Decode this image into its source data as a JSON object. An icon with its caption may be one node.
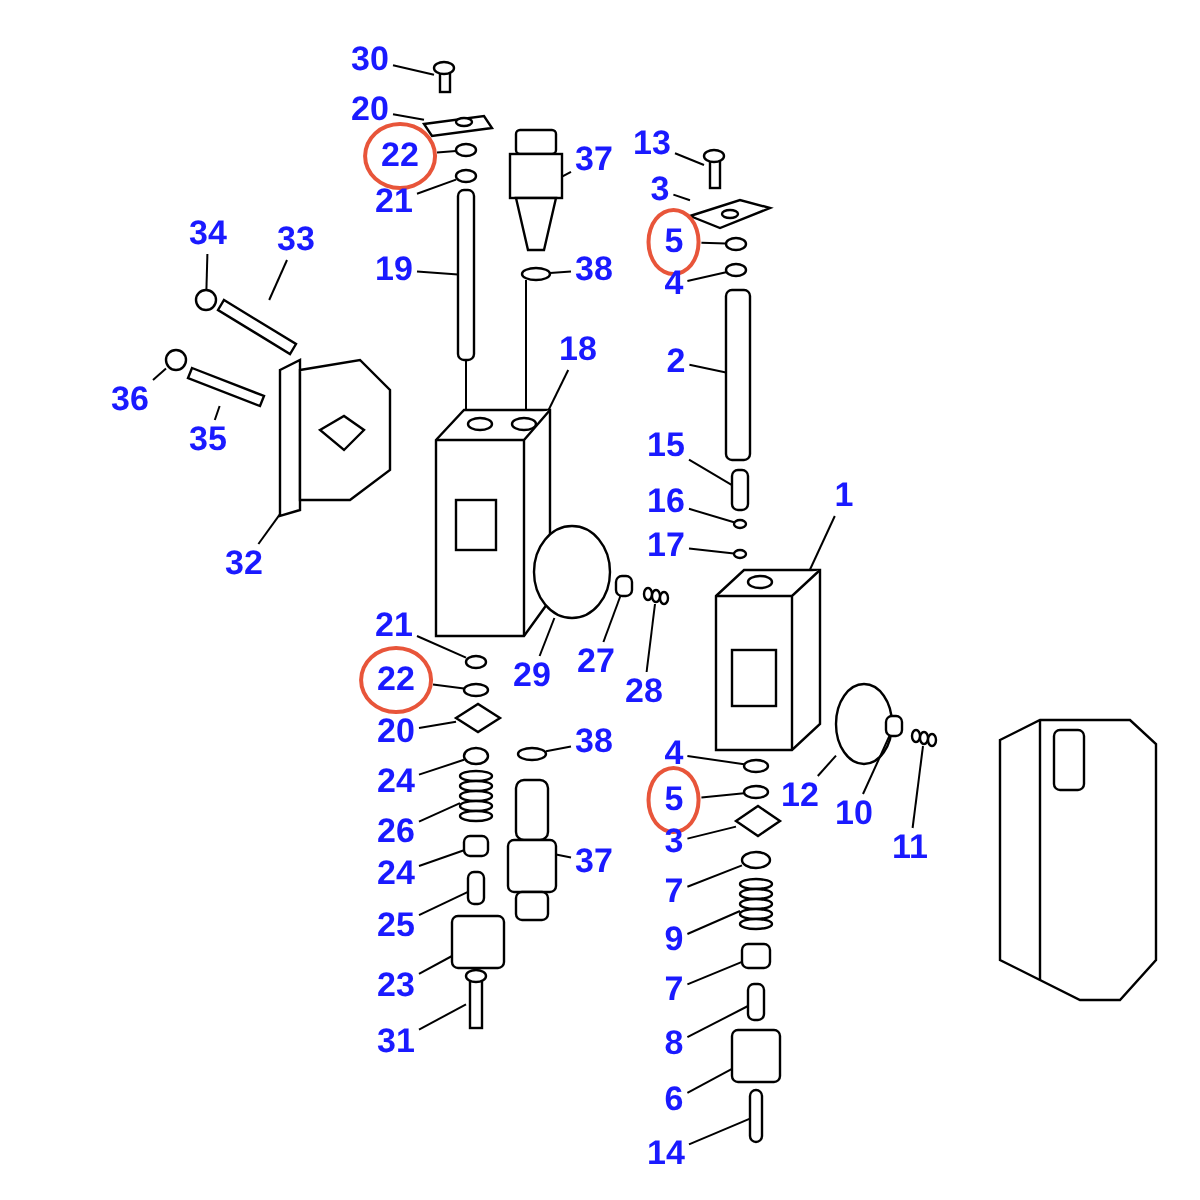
{
  "diagram": {
    "nodes": [
      {
        "text": [
          "30"
        ]
      },
      {
        "text": [
          "20"
        ]
      },
      {
        "text": [
          "22"
        ]
      },
      {
        "text": [
          "21"
        ]
      },
      {
        "text": [
          "37"
        ]
      },
      {
        "text": [
          "19"
        ]
      },
      {
        "text": [
          "38"
        ]
      },
      {
        "text": [
          "13"
        ]
      },
      {
        "text": [
          "3"
        ]
      },
      {
        "text": [
          "5"
        ]
      },
      {
        "text": [
          "4"
        ]
      },
      {
        "text": [
          "2"
        ]
      },
      {
        "text": [
          "34"
        ]
      },
      {
        "text": [
          "33"
        ]
      },
      {
        "text": [
          "36"
        ]
      },
      {
        "text": [
          "35"
        ]
      },
      {
        "text": [
          "18"
        ]
      },
      {
        "text": [
          "15"
        ]
      },
      {
        "text": [
          "16"
        ]
      },
      {
        "text": [
          "17"
        ]
      },
      {
        "text": [
          "1"
        ]
      },
      {
        "text": [
          "32"
        ]
      },
      {
        "text": [
          "29"
        ]
      },
      {
        "text": [
          "27"
        ]
      },
      {
        "text": [
          "28"
        ]
      },
      {
        "text": [
          "21"
        ]
      },
      {
        "text": [
          "22"
        ]
      },
      {
        "text": [
          "20"
        ]
      },
      {
        "text": [
          "4"
        ]
      },
      {
        "text": [
          "24"
        ]
      },
      {
        "text": [
          "38"
        ]
      },
      {
        "text": [
          "5"
        ]
      },
      {
        "text": [
          "12"
        ]
      },
      {
        "text": [
          "10"
        ]
      },
      {
        "text": [
          "11"
        ]
      },
      {
        "text": [
          "3"
        ]
      },
      {
        "text": [
          "26"
        ]
      },
      {
        "text": [
          "24"
        ]
      },
      {
        "text": [
          "37"
        ]
      },
      {
        "text": [
          "7"
        ]
      },
      {
        "text": [
          "25"
        ]
      },
      {
        "text": [
          "9"
        ]
      },
      {
        "text": [
          "7"
        ]
      },
      {
        "text": [
          "23"
        ]
      },
      {
        "text": [
          "8"
        ]
      },
      {
        "text": [
          "31"
        ]
      },
      {
        "text": [
          "6"
        ]
      },
      {
        "text": [
          "14"
        ]
      },
      {
        "text": [],
        "shape": "picture"
      },
      {
        "text": [],
        "shape": "picture"
      },
      {
        "text": [],
        "shape": "circle"
      },
      {
        "text": [],
        "shape": "circle"
      },
      {
        "text": [],
        "shape": "picture"
      },
      {
        "text": [],
        "shape": "box"
      },
      {
        "text": [],
        "shape": "circle"
      },
      {
        "text": [],
        "shape": "picture"
      },
      {
        "text": [],
        "shape": "picture"
      },
      {
        "text": [],
        "shape": "circle"
      },
      {
        "text": [],
        "shape": "circle"
      },
      {
        "text": [],
        "shape": "box"
      },
      {
        "text": [],
        "shape": "circle"
      },
      {
        "text": [],
        "shape": "bar"
      },
      {
        "text": [],
        "shape": "circle"
      },
      {
        "text": [],
        "shape": "bar"
      },
      {
        "text": [],
        "shape": "picture"
      },
      {
        "text": [],
        "shape": "box"
      },
      {
        "text": [],
        "shape": "circle"
      },
      {
        "text": [],
        "shape": "circle"
      },
      {
        "text": [],
        "shape": "picture"
      },
      {
        "text": [],
        "shape": "picture"
      },
      {
        "text": [],
        "shape": "circle"
      },
      {
        "text": [],
        "shape": "box"
      },
      {
        "text": [],
        "shape": "picture"
      },
      {
        "text": [],
        "shape": "circle"
      },
      {
        "text": [],
        "shape": "circle"
      },
      {
        "text": [],
        "shape": "diamond"
      },
      {
        "text": [],
        "shape": "circle"
      },
      {
        "text": [],
        "shape": "circle"
      },
      {
        "text": [],
        "shape": "circle"
      },
      {
        "text": [],
        "shape": "circle"
      },
      {
        "text": [],
        "shape": "circle"
      },
      {
        "text": [],
        "shape": "box"
      },
      {
        "text": [],
        "shape": "picture"
      },
      {
        "text": [],
        "shape": "diamond"
      },
      {
        "text": [],
        "shape": "picture"
      },
      {
        "text": [],
        "shape": "box"
      },
      {
        "text": [],
        "shape": "picture"
      },
      {
        "text": [],
        "shape": "circle"
      },
      {
        "text": [],
        "shape": "box"
      },
      {
        "text": [],
        "shape": "picture"
      },
      {
        "text": [],
        "shape": "box"
      },
      {
        "text": [],
        "shape": "box"
      },
      {
        "text": [],
        "shape": "box"
      },
      {
        "text": [],
        "shape": "picture"
      },
      {
        "text": [],
        "shape": "box"
      },
      {
        "text": [],
        "shape": "box"
      }
    ],
    "edges": [
      {
        "from": 0,
        "to": 48,
        "arrow": "none"
      },
      {
        "from": 1,
        "to": 49,
        "arrow": "none"
      },
      {
        "from": 2,
        "to": 50,
        "arrow": "none"
      },
      {
        "from": 3,
        "to": 51,
        "arrow": "none"
      },
      {
        "from": 4,
        "to": 52,
        "arrow": "none"
      },
      {
        "from": 5,
        "to": 53,
        "arrow": "none"
      },
      {
        "from": 6,
        "to": 54,
        "arrow": "none"
      },
      {
        "from": 7,
        "to": 55,
        "arrow": "none"
      },
      {
        "from": 8,
        "to": 56,
        "arrow": "none"
      },
      {
        "from": 9,
        "to": 57,
        "arrow": "none"
      },
      {
        "from": 10,
        "to": 58,
        "arrow": "none"
      },
      {
        "from": 11,
        "to": 59,
        "arrow": "none"
      },
      {
        "from": 12,
        "to": 60,
        "arrow": "none"
      },
      {
        "from": 13,
        "to": 61,
        "arrow": "none"
      },
      {
        "from": 14,
        "to": 62,
        "arrow": "none"
      },
      {
        "from": 15,
        "to": 63,
        "arrow": "none"
      },
      {
        "from": 16,
        "to": 64,
        "arrow": "none"
      },
      {
        "from": 17,
        "to": 65,
        "arrow": "none"
      },
      {
        "from": 18,
        "to": 66,
        "arrow": "none"
      },
      {
        "from": 19,
        "to": 67,
        "arrow": "none"
      },
      {
        "from": 20,
        "to": 68,
        "arrow": "none"
      },
      {
        "from": 21,
        "to": 69,
        "arrow": "none"
      },
      {
        "from": 22,
        "to": 70,
        "arrow": "none"
      },
      {
        "from": 23,
        "to": 71,
        "arrow": "none"
      },
      {
        "from": 24,
        "to": 72,
        "arrow": "none"
      },
      {
        "from": 25,
        "to": 73,
        "arrow": "none"
      },
      {
        "from": 26,
        "to": 74,
        "arrow": "none"
      },
      {
        "from": 27,
        "to": 75,
        "arrow": "none"
      },
      {
        "from": 28,
        "to": 76,
        "arrow": "none"
      },
      {
        "from": 29,
        "to": 77,
        "arrow": "none"
      },
      {
        "from": 30,
        "to": 78,
        "arrow": "none"
      },
      {
        "from": 31,
        "to": 79,
        "arrow": "none"
      },
      {
        "from": 32,
        "to": 80,
        "arrow": "none"
      },
      {
        "from": 33,
        "to": 81,
        "arrow": "none"
      },
      {
        "from": 34,
        "to": 82,
        "arrow": "none"
      },
      {
        "from": 35,
        "to": 83,
        "arrow": "none"
      },
      {
        "from": 36,
        "to": 84,
        "arrow": "none"
      },
      {
        "from": 37,
        "to": 85,
        "arrow": "none"
      },
      {
        "from": 38,
        "to": 86,
        "arrow": "none"
      },
      {
        "from": 39,
        "to": 87,
        "arrow": "none"
      },
      {
        "from": 40,
        "to": 88,
        "arrow": "none"
      },
      {
        "from": 41,
        "to": 89,
        "arrow": "none"
      },
      {
        "from": 42,
        "to": 90,
        "arrow": "none"
      },
      {
        "from": 43,
        "to": 91,
        "arrow": "none"
      },
      {
        "from": 44,
        "to": 92,
        "arrow": "none"
      },
      {
        "from": 45,
        "to": 93,
        "arrow": "none"
      },
      {
        "from": 46,
        "to": 94,
        "arrow": "none"
      },
      {
        "from": 47,
        "to": 95,
        "arrow": "none"
      },
      {
        "from": 53,
        "to": 64,
        "arrow": "none"
      },
      {
        "from": 54,
        "to": 64,
        "arrow": "none"
      }
    ]
  }
}
